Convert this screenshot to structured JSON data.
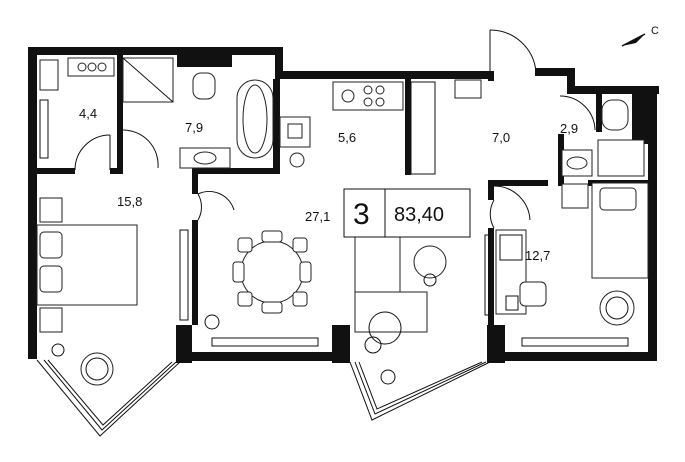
{
  "compass": {
    "label": "С"
  },
  "badge": {
    "rooms": "3",
    "area": "83,40"
  },
  "rooms": [
    {
      "id": "bath",
      "area": "4,4"
    },
    {
      "id": "bathroom-large",
      "area": "7,9"
    },
    {
      "id": "kitchen",
      "area": "5,6"
    },
    {
      "id": "hall",
      "area": "7,0"
    },
    {
      "id": "wc",
      "area": "2,9"
    },
    {
      "id": "bedroom-left",
      "area": "15,8"
    },
    {
      "id": "living",
      "area": "27,1"
    },
    {
      "id": "bedroom-right",
      "area": "12,7"
    }
  ]
}
